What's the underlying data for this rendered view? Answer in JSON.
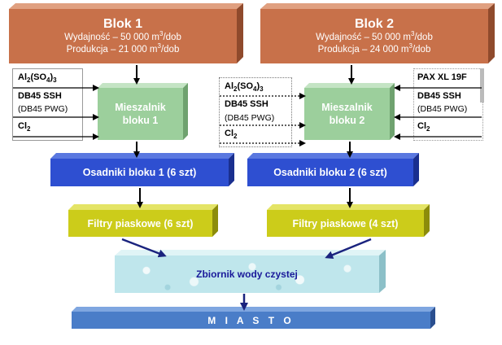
{
  "blok1": {
    "title": "Blok 1",
    "line1_pre": "Wydajność – 50 000 m",
    "line1_sup": "3",
    "line1_post": "/dob",
    "line2_pre": "Produkcja – 21 000 m",
    "line2_sup": "3",
    "line2_post": "/dob"
  },
  "blok2": {
    "title": "Blok 2",
    "line1_pre": "Wydajność – 50 000 m",
    "line1_sup": "3",
    "line1_post": "/dob",
    "line2_pre": "Produkcja – 24 000 m",
    "line2_sup": "3",
    "line2_post": "/dob"
  },
  "mixer1": {
    "line1": "Mieszalnik",
    "line2": "bloku 1"
  },
  "mixer2": {
    "line1": "Mieszalnik",
    "line2": "bloku 2"
  },
  "reagents_left": {
    "al_pre": "Al",
    "al_sub1": "2",
    "al_mid": "(SO",
    "al_sub2": "4",
    "al_post": ")",
    "al_sub3": "3",
    "db": "DB45 SSH",
    "db_note": "(DB45 PWG)",
    "cl": "Cl",
    "cl_sub": "2"
  },
  "reagents_mid": {
    "al_pre": "Al",
    "al_sub1": "2",
    "al_mid": "(SO",
    "al_sub2": "4",
    "al_post": ")",
    "al_sub3": "3",
    "db": "DB45 SSH",
    "db_note": "(DB45  PWG)",
    "cl": "Cl",
    "cl_sub": "2"
  },
  "reagents_right": {
    "pax": "PAX XL 19F",
    "db": "DB45 SSH",
    "db_note": "(DB45  PWG)",
    "cl": "Cl",
    "cl_sub": "2"
  },
  "osad1": "Osadniki bloku 1 (6 szt)",
  "osad2": "Osadniki bloku 2 (6 szt)",
  "filtr1": "Filtry piaskowe (6 szt)",
  "filtr2": "Filtry piaskowe (4 szt)",
  "zbiornik": "Zbiornik wody czystej",
  "miasto": "M I A S T O",
  "colors": {
    "blok": "#c8714a",
    "mixer": "#9ccf9c",
    "osadniki": "#2e4fd1",
    "filtry": "#cccc1a",
    "zbiornik": "#bfe6ec",
    "miasto": "#4a7dc8",
    "arrow_dark": "#1a237e"
  }
}
